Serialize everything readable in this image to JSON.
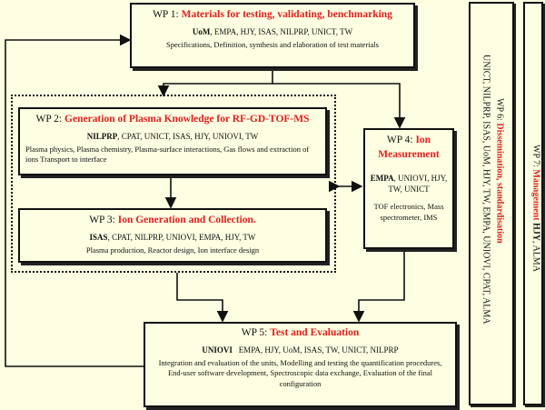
{
  "wp1": {
    "title_prefix": "WP 1: ",
    "title_highlight": "Materials for testing, validating, benchmarking",
    "partners_lead": "UoM",
    "partners_rest": ", EMPA, HJY, ISAS, NILPRP, UNICT, TW",
    "description": "Specifications, Definition, synthesis and elaboration of test materials"
  },
  "wp2": {
    "title_prefix": "WP 2: ",
    "title_highlight": "Generation of Plasma Knowledge for RF-GD-TOF-MS",
    "partners_lead": "NILPRP",
    "partners_rest": ", CPAT, UNICT, ISAS, HJY, UNIOVI, TW",
    "description": "Plasma physics, Plasma chemistry, Plasma-surface interactions, Gas flows and extraction of ions  Transport to interface"
  },
  "wp3": {
    "title_prefix": "WP 3: ",
    "title_highlight": "Ion Generation and Collection.",
    "partners_lead": "ISAS",
    "partners_rest": ", CPAT, NILPRP, UNIOVI, EMPA, HJY, TW",
    "description": "Plasma production, Reactor design, Ion interface design"
  },
  "wp4": {
    "title_prefix": "WP 4: ",
    "title_highlight_1": "Ion",
    "title_highlight_2": "Measurement",
    "partners_lead": "EMPA",
    "partners_rest": ", UNIOVI, HJY, TW, UNICT",
    "description": "TOF electronics, Mass spectrometer, IMS"
  },
  "wp5": {
    "title_prefix": "WP 5: ",
    "title_highlight": "Test and Evaluation",
    "partners_lead": "UNIOVI",
    "partners_rest": "   EMPA, HJY, UoM, ISAS, TW, UNICT, NILPRP",
    "description": "Integration and evaluation of the units, Modelling and testing the quantification procedures, End-user software development, Spectroscopic data exchange, Evaluation of the final configuration"
  },
  "wp6": {
    "title_prefix": "WP 6: ",
    "title_highlight": "Dissemination, standardisation",
    "partners": "UNICT, NILPRP, ISAS, UoM, HJY, TW, EMPA, UNIOVI, CPAT, ALMA"
  },
  "wp7": {
    "title_prefix": "WP 7: ",
    "title_highlight": "Management",
    "partners_lead": "HJY",
    "partners_rest": ", ALMA"
  }
}
